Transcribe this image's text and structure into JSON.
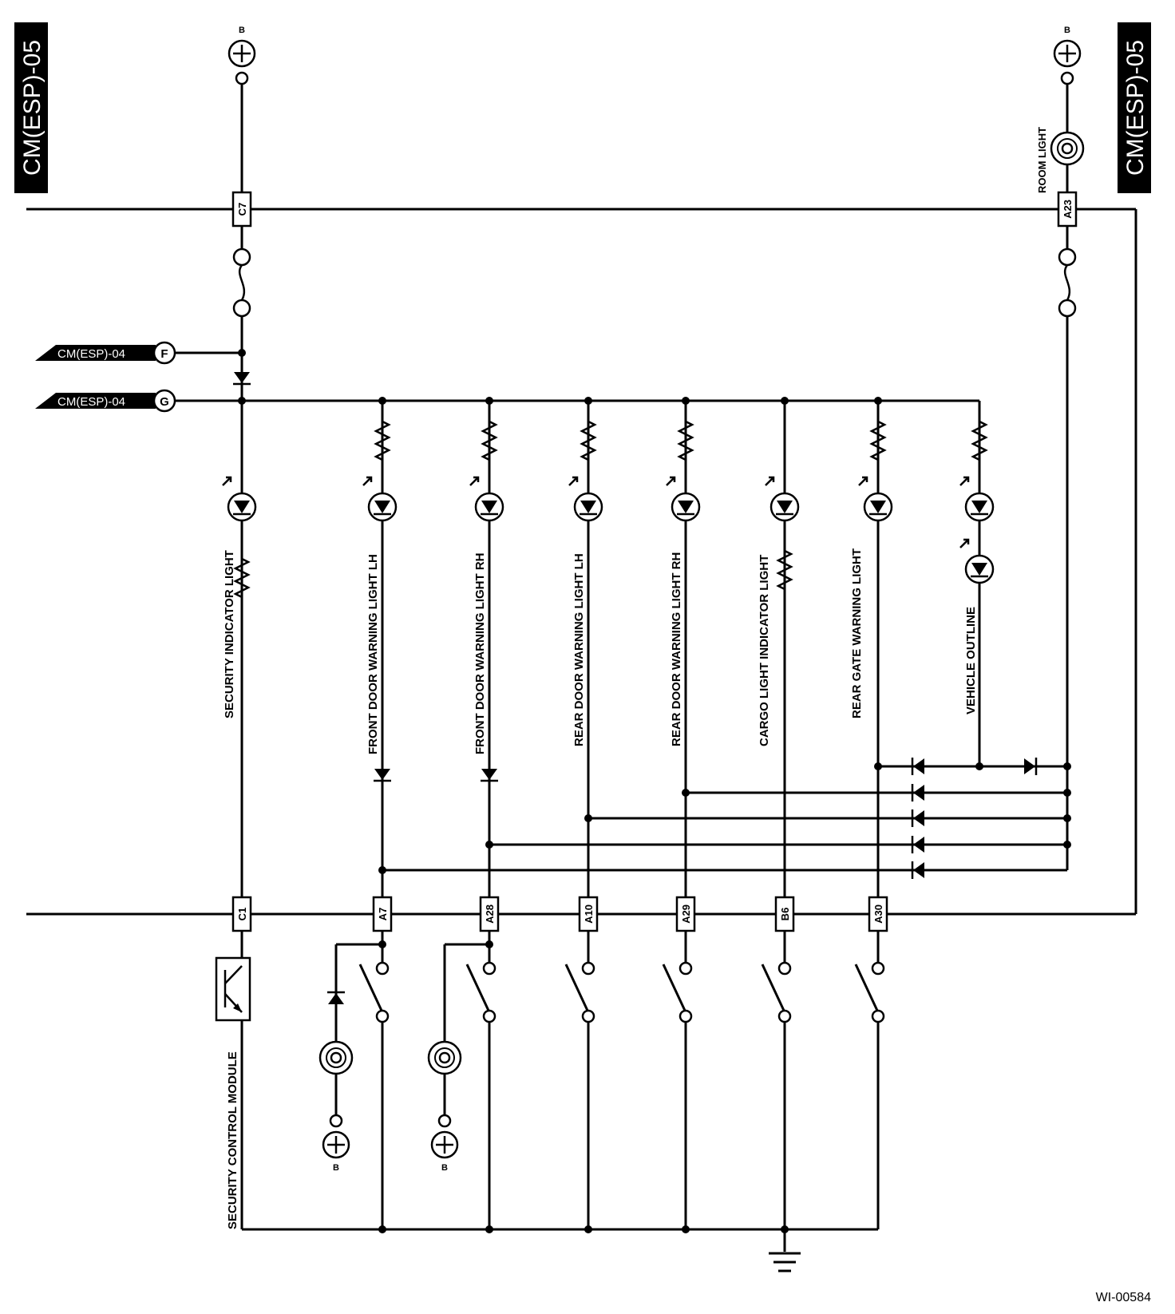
{
  "page_tabs": {
    "left": "CM(ESP)-05",
    "right": "CM(ESP)-05"
  },
  "offpage_refs": [
    {
      "text": "CM(ESP)-04",
      "letter": "F"
    },
    {
      "text": "CM(ESP)-04",
      "letter": "G"
    }
  ],
  "battery_label": "B",
  "top_connectors": {
    "c7": "C7",
    "a23": "A23"
  },
  "bottom_connectors": [
    "C1",
    "A7",
    "A28",
    "A10",
    "A29",
    "B6",
    "A30"
  ],
  "labels": {
    "room_light": "ROOM LIGHT",
    "security_indicator": "SECURITY INDICATOR LIGHT",
    "front_door_lh": "FRONT DOOR WARNING LIGHT LH",
    "front_door_rh": "FRONT DOOR WARNING LIGHT RH",
    "rear_door_lh": "REAR DOOR WARNING LIGHT LH",
    "rear_door_rh": "REAR DOOR WARNING LIGHT RH",
    "cargo_light": "CARGO LIGHT INDICATOR LIGHT",
    "rear_gate": "REAR GATE WARNING LIGHT",
    "vehicle_outline": "VEHICLE OUTLINE",
    "security_module": "SECURITY CONTROL MODULE"
  },
  "figure_id": "WI-00584"
}
